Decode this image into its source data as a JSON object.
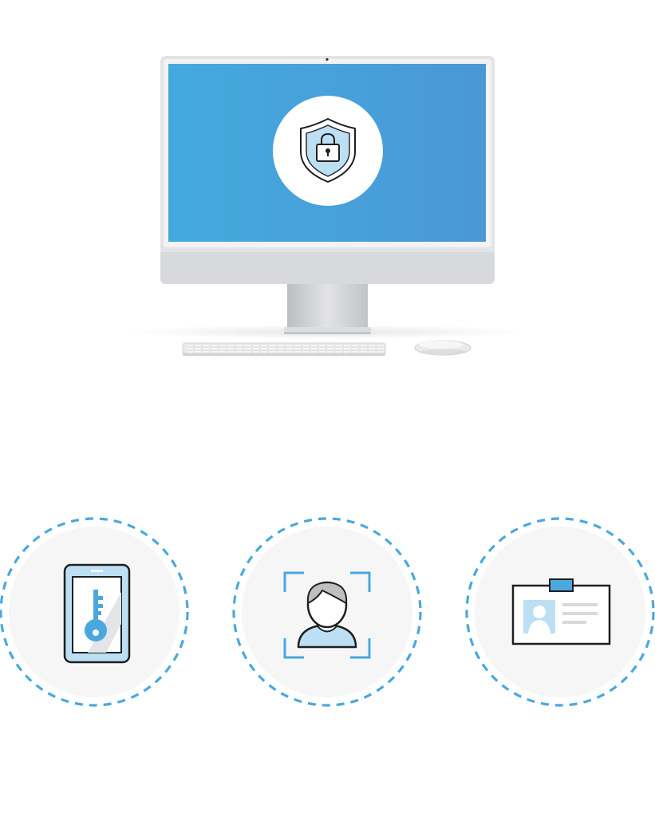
{
  "colors": {
    "background": "#ffffff",
    "screen_start": "#44aade",
    "screen_end": "#4a98d6",
    "accent_blue": "#4aa8dd",
    "light_blue": "#bcdff4",
    "outline": "#1f1f1f",
    "monitor_silver": "#e3e4e6",
    "stand_silver": "#cfd0d2",
    "circle_fill": "#f6f6f6",
    "hair_gray": "#bfbfbf"
  },
  "illustration": {
    "device": "desktop-computer",
    "screen_icon": "shield-lock-icon",
    "peripherals": [
      "keyboard",
      "mouse"
    ]
  },
  "auth_methods": [
    {
      "icon": "phone-key-icon"
    },
    {
      "icon": "face-scan-icon"
    },
    {
      "icon": "id-badge-icon"
    }
  ]
}
